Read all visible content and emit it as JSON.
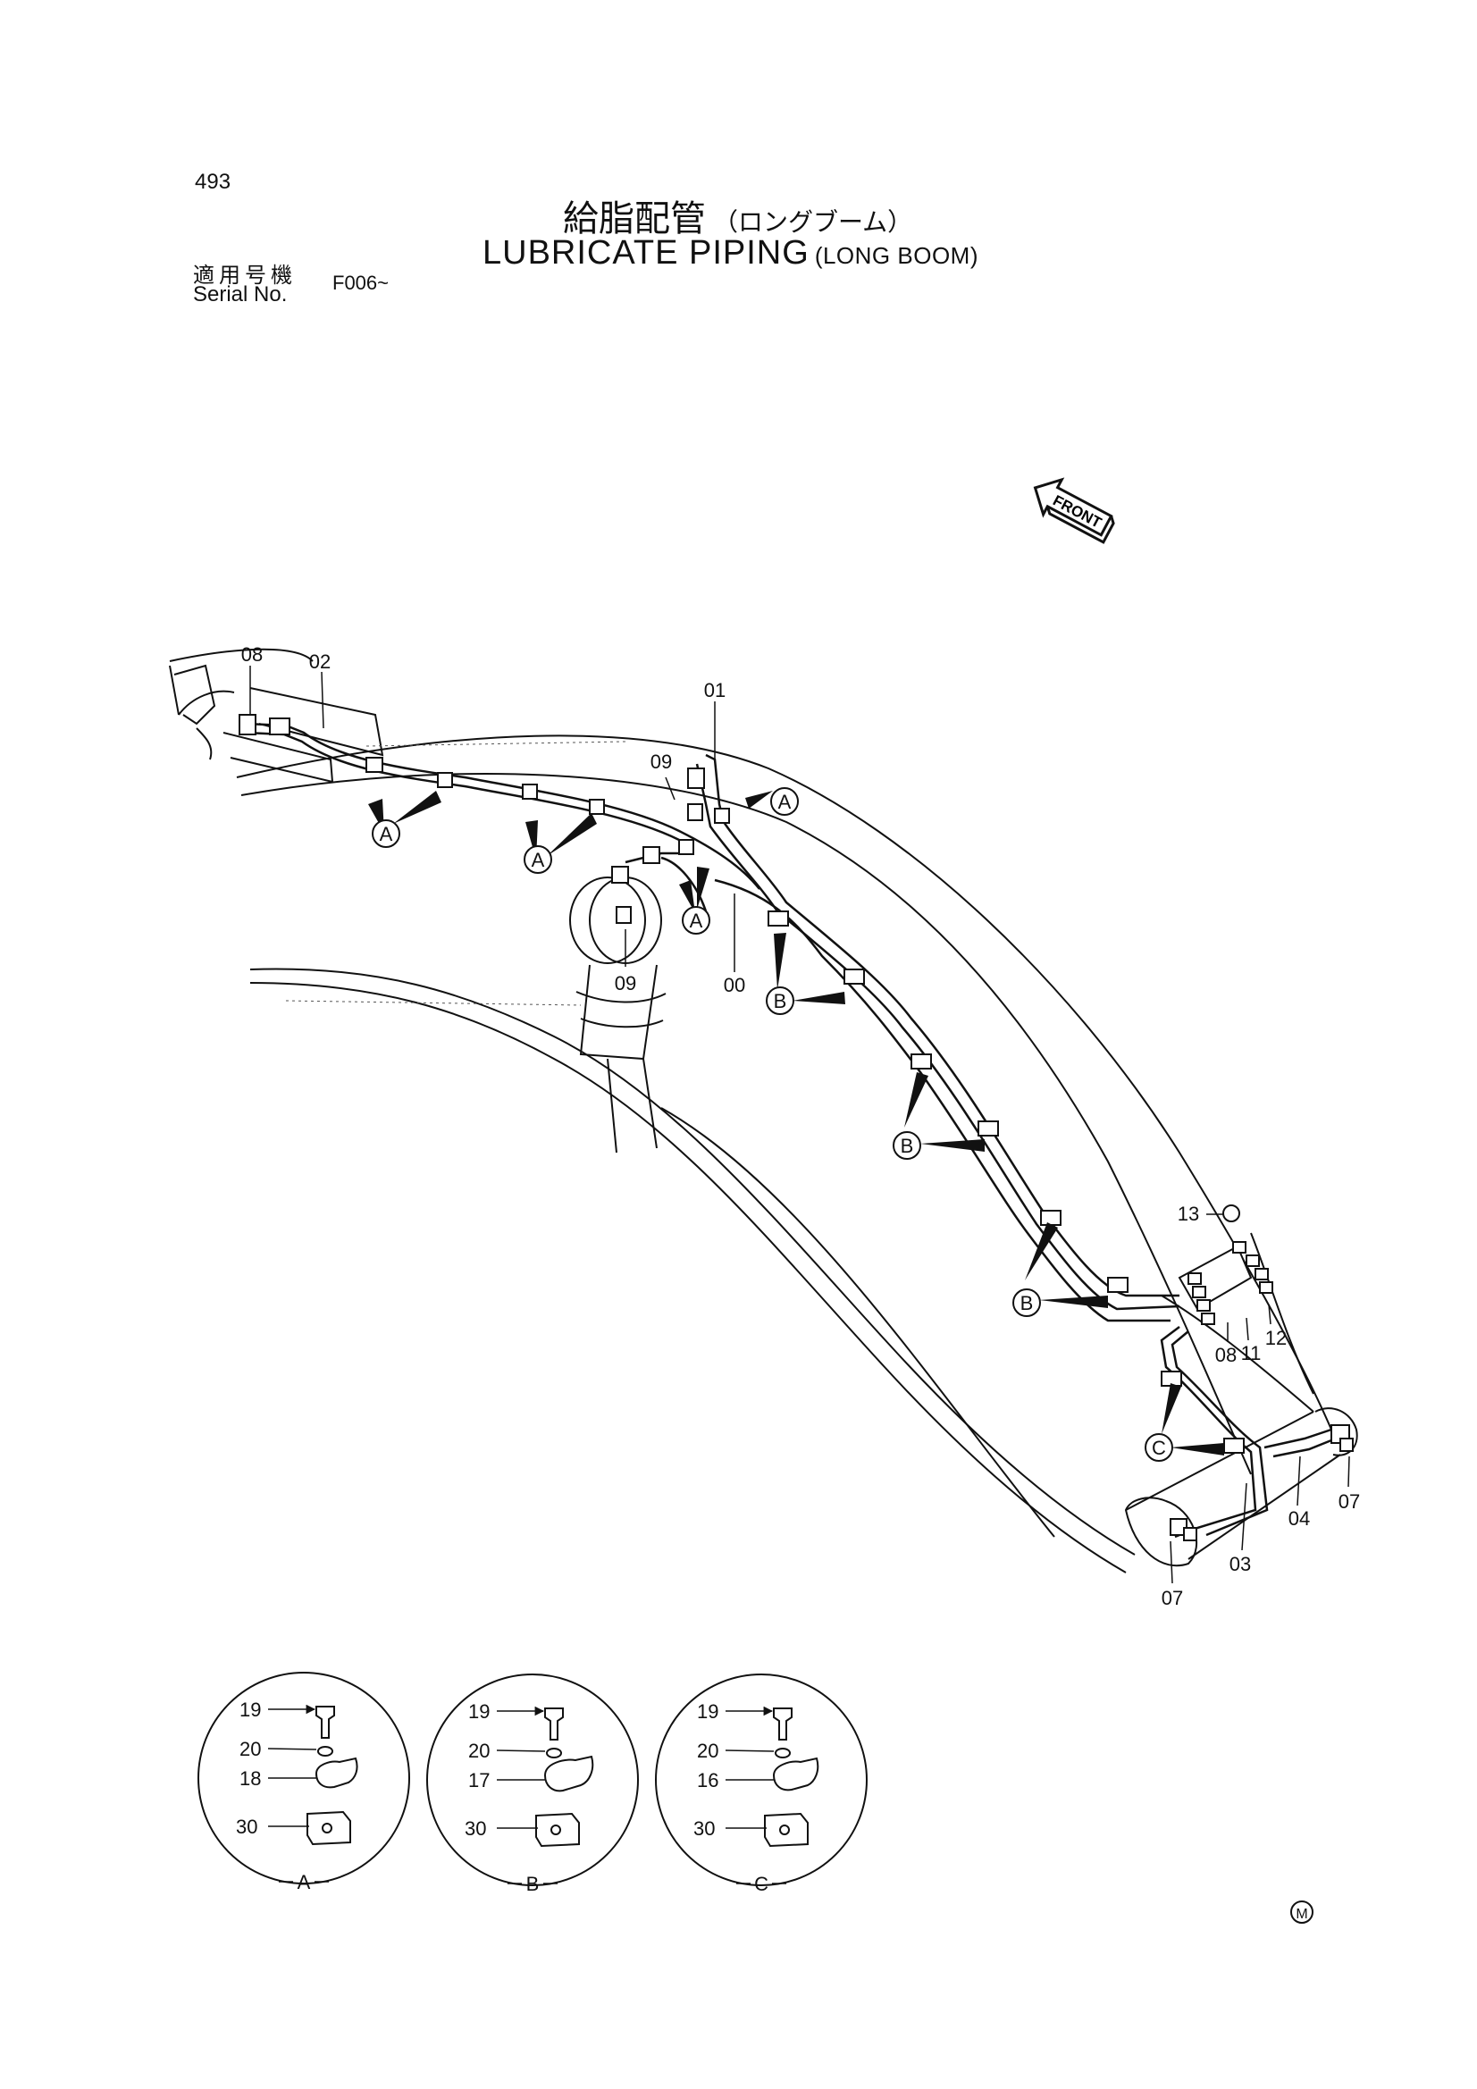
{
  "page": {
    "number": "493",
    "title_jp": "給脂配管",
    "title_jp_sub": "（ロングブーム）",
    "title_en": "LUBRICATE PIPING",
    "title_en_sub": "(LONG BOOM)",
    "serial_label_jp": "適用号機",
    "serial_label_en": "Serial No.",
    "serial_value": "F006~"
  },
  "front_label": "FRONT",
  "mark": "M",
  "part_numbers": {
    "p00": "00",
    "p01": "01",
    "p02": "02",
    "p03": "03",
    "p04": "04",
    "p07a": "07",
    "p07b": "07",
    "p08a": "08",
    "p08b": "08",
    "p09a": "09",
    "p09b": "09",
    "p11": "11",
    "p12": "12",
    "p13": "13"
  },
  "clamp_callouts": {
    "a1": "A",
    "a2": "A",
    "a3": "A",
    "a4": "A",
    "b1": "B",
    "b2": "B",
    "b3": "B",
    "c1": "C"
  },
  "details": [
    {
      "name": "A",
      "bolt": "19",
      "washer": "20",
      "clamp": "18",
      "block": "30"
    },
    {
      "name": "B",
      "bolt": "19",
      "washer": "20",
      "clamp": "17",
      "block": "30"
    },
    {
      "name": "C",
      "bolt": "19",
      "washer": "20",
      "clamp": "16",
      "block": "30"
    }
  ]
}
